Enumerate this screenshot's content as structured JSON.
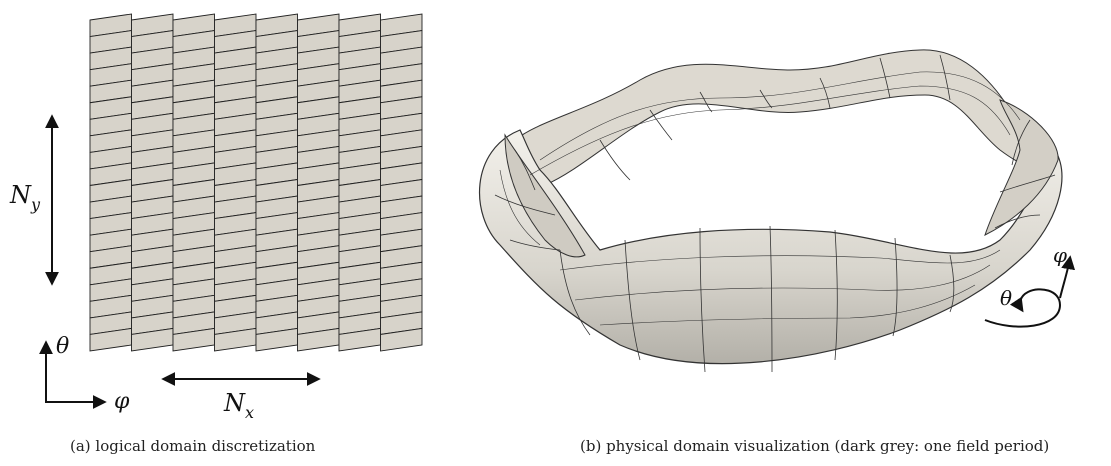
{
  "panel_a": {
    "labels": {
      "ny": "N",
      "ny_sub": "y",
      "nx": "N",
      "nx_sub": "x",
      "theta": "θ",
      "phi": "φ"
    },
    "caption": "(a) logical domain discretization",
    "columns": 8,
    "rows_per_column": 20
  },
  "panel_b": {
    "labels": {
      "theta": "θ",
      "phi": "φ"
    },
    "caption": "(b) physical domain visualization (dark grey: one field period)"
  },
  "colors": {
    "cell_fill": "#d7d3ca",
    "cell_stroke": "#222222",
    "torus_light": "#f2f0ea",
    "torus_shade": "#b9b6ae"
  }
}
